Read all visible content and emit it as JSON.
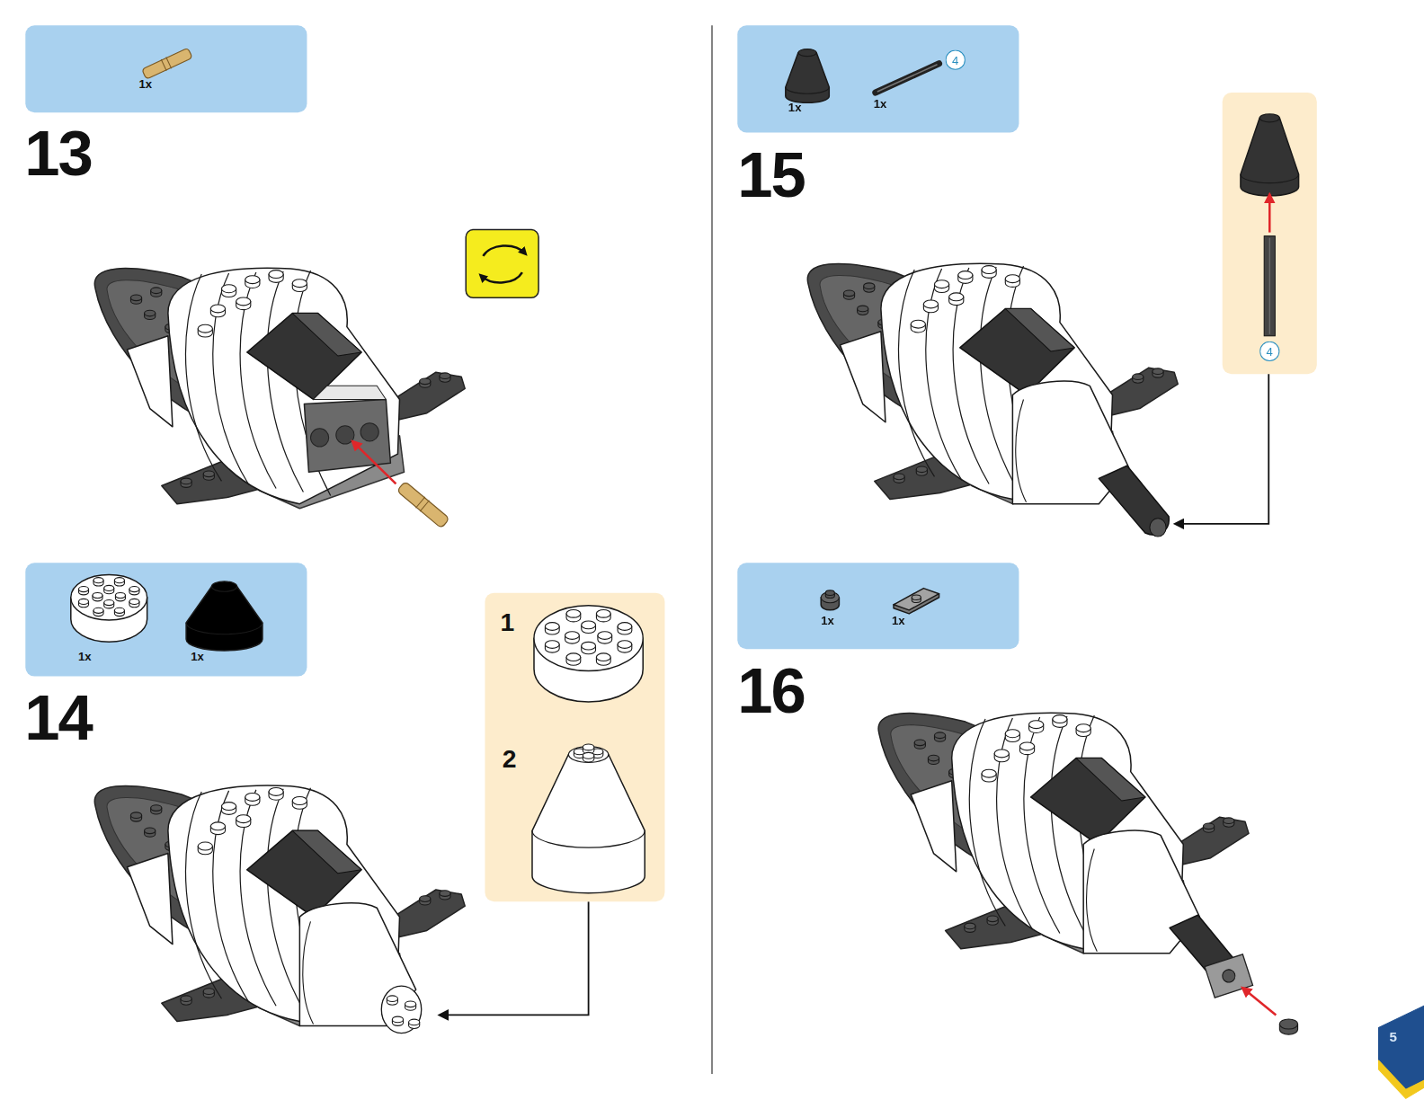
{
  "diagram": {
    "nodes": [
      {
        "text": [
          "1x"
        ]
      },
      {
        "text": [
          "1x",
          "1x"
        ]
      },
      {
        "text": [
          "1",
          "2"
        ]
      },
      {
        "text": [
          "1x",
          "1x"
        ]
      },
      {
        "text": [
          "4"
        ],
        "in": 3
      },
      {
        "text": [
          "4"
        ]
      },
      {
        "text": [
          "1x",
          "1x"
        ]
      }
    ],
    "labels": [
      "13",
      "14",
      "15",
      "16",
      "5"
    ]
  }
}
